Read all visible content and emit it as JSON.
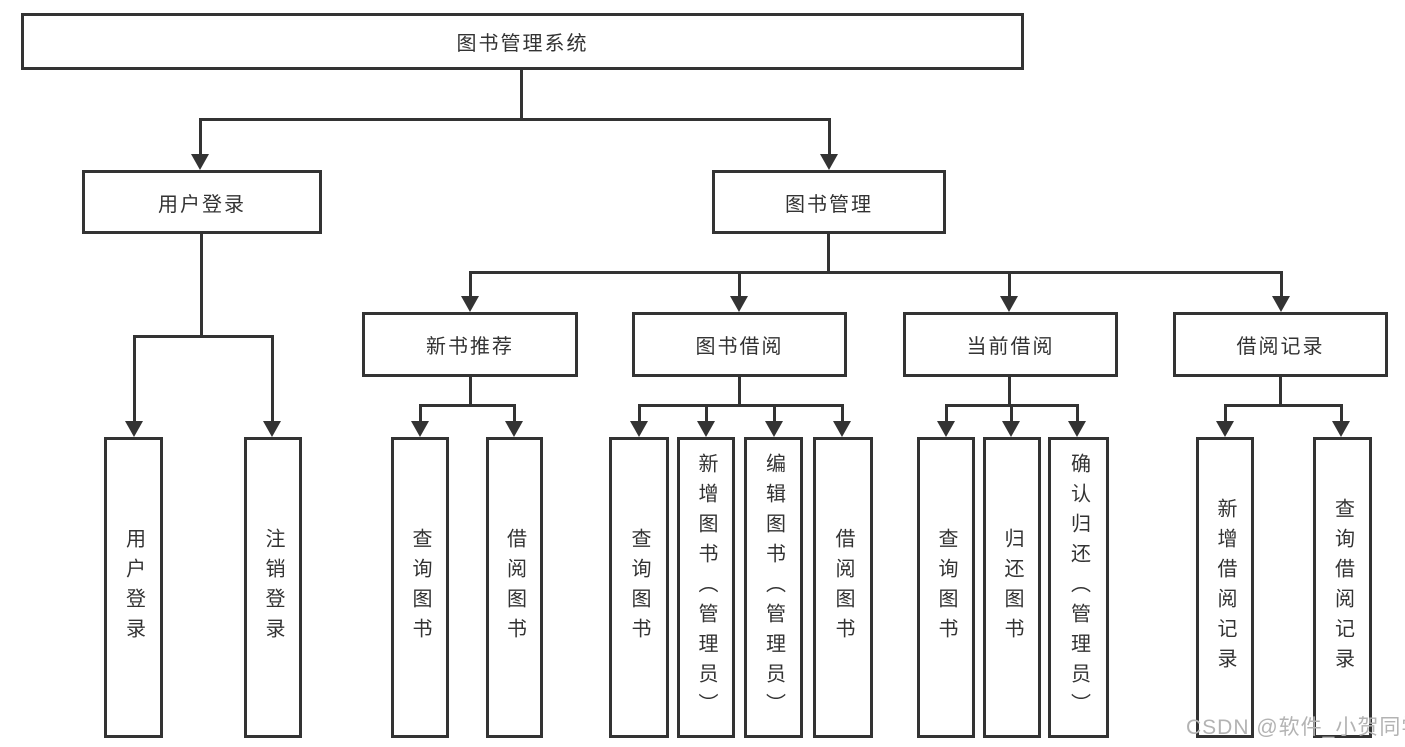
{
  "tree": {
    "root": "图书管理系统",
    "branches": [
      {
        "label": "用户登录",
        "children": [
          "用户登录",
          "注销登录"
        ]
      },
      {
        "label": "图书管理",
        "sections": [
          {
            "label": "新书推荐",
            "children": [
              "查询图书",
              "借阅图书"
            ]
          },
          {
            "label": "图书借阅",
            "children": [
              "查询图书",
              "新增图书（管理员）",
              "编辑图书（管理员）",
              "借阅图书"
            ]
          },
          {
            "label": "当前借阅",
            "children": [
              "查询图书",
              "归还图书",
              "确认归还（管理员）"
            ]
          },
          {
            "label": "借阅记录",
            "children": [
              "新增借阅记录",
              "查询借阅记录"
            ]
          }
        ]
      }
    ]
  },
  "watermark": {
    "text": "CSDN @软件_小贺同学"
  },
  "colors": {
    "line": "#333333",
    "text": "#333333",
    "background": "#ffffff",
    "watermark": "#b3b3b3"
  }
}
